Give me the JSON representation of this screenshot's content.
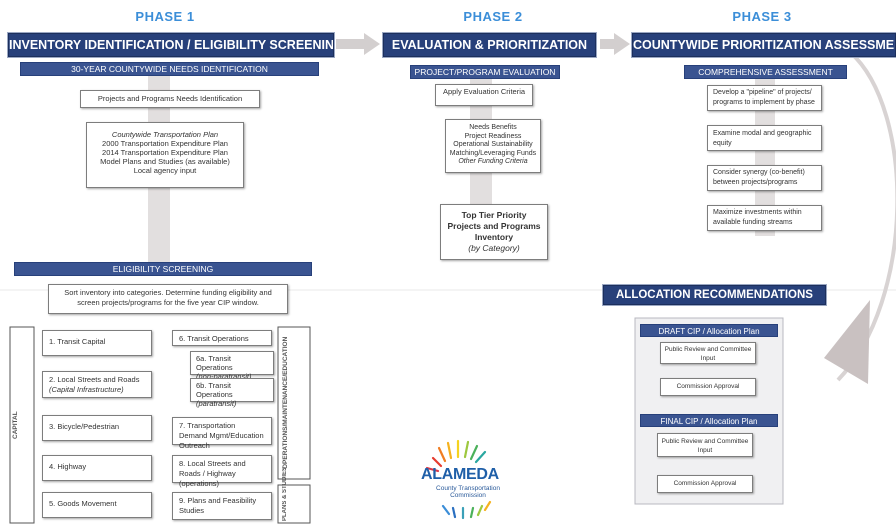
{
  "phases": {
    "phase1_label": "PHASE 1",
    "phase2_label": "PHASE 2",
    "phase3_label": "PHASE 3"
  },
  "phase1": {
    "header": "INVENTORY IDENTIFICATION / ELIGIBILITY SCREENING",
    "needs_subheader": "30-YEAR COUNTYWIDE NEEDS IDENTIFICATION",
    "needs_box": "Projects and Programs Needs Identification",
    "sources": [
      "Countywide Transportation Plan",
      "2000 Transportation Expenditure Plan",
      "2014 Transportation Expenditure Plan",
      "Model Plans and Studies (as available)",
      "Local agency input"
    ],
    "screening_subheader": "ELIGIBILITY SCREENING",
    "screening_text": "Sort inventory into categories. Determine funding eligibility and screen projects/programs for the five year CIP window.",
    "capital_label": "CAPITAL",
    "ops_label": "OPERATIONS/MAINTENANCE/EDUCATION",
    "plans_label": "PLANS & STUDIES",
    "categories": {
      "c1": "1. Transit Capital",
      "c2_title": "2. Local Streets and Roads",
      "c2_sub": "(Capital Infrastructure)",
      "c3": "3. Bicycle/Pedestrian",
      "c4": "4. Highway",
      "c5": "5. Goods Movement",
      "c6": "6. Transit Operations",
      "c6a_title": "6a. Transit Operations",
      "c6a_sub": "(non-paratransit)",
      "c6b_title": "6b. Transit Operations",
      "c6b_sub": "(paratransit)",
      "c7": "7. Transportation Demand Mgmt/Education Outreach",
      "c8": "8. Local Streets and Roads / Highway (operations)",
      "c9": "9. Plans and Feasibility Studies"
    }
  },
  "phase2": {
    "header": "EVALUATION & PRIORITIZATION",
    "subheader": "PROJECT/PROGRAM EVALUATION",
    "criteria_box": "Apply Evaluation Criteria",
    "criteria_list": [
      "Needs Benefits",
      "Project Readiness",
      "Operational Sustainability",
      "Matching/Leveraging Funds",
      "Other Funding Criteria"
    ],
    "top_tier_title": "Top Tier Priority Projects and Programs Inventory",
    "top_tier_sub": "(by Category)"
  },
  "phase3": {
    "header": "COUNTYWIDE PRIORITIZATION ASSESSMENT",
    "subheader": "COMPREHENSIVE ASSESSMENT",
    "steps": [
      "Develop a \"pipeline\" of projects/ programs to implement by phase",
      "Examine modal and geographic equity",
      "Consider synergy (co-benefit) between projects/programs",
      "Maximize investments within available funding streams"
    ]
  },
  "allocation": {
    "header": "ALLOCATION RECOMMENDATIONS",
    "draft_label": "DRAFT CIP / Allocation Plan",
    "draft_review": "Public Review and Committee Input",
    "draft_approval": "Commission Approval",
    "final_label": "FINAL CIP / Allocation Plan",
    "final_review": "Public Review and Committee Input",
    "final_approval": "Commission Approval"
  },
  "logo": {
    "name": "ALAMEDA",
    "line1": "County Transportation",
    "line2": "Commission"
  },
  "colors": {
    "header_bg": "#27407a",
    "phase_text": "#3b8ed8",
    "arrow": "#c9c3c3"
  }
}
